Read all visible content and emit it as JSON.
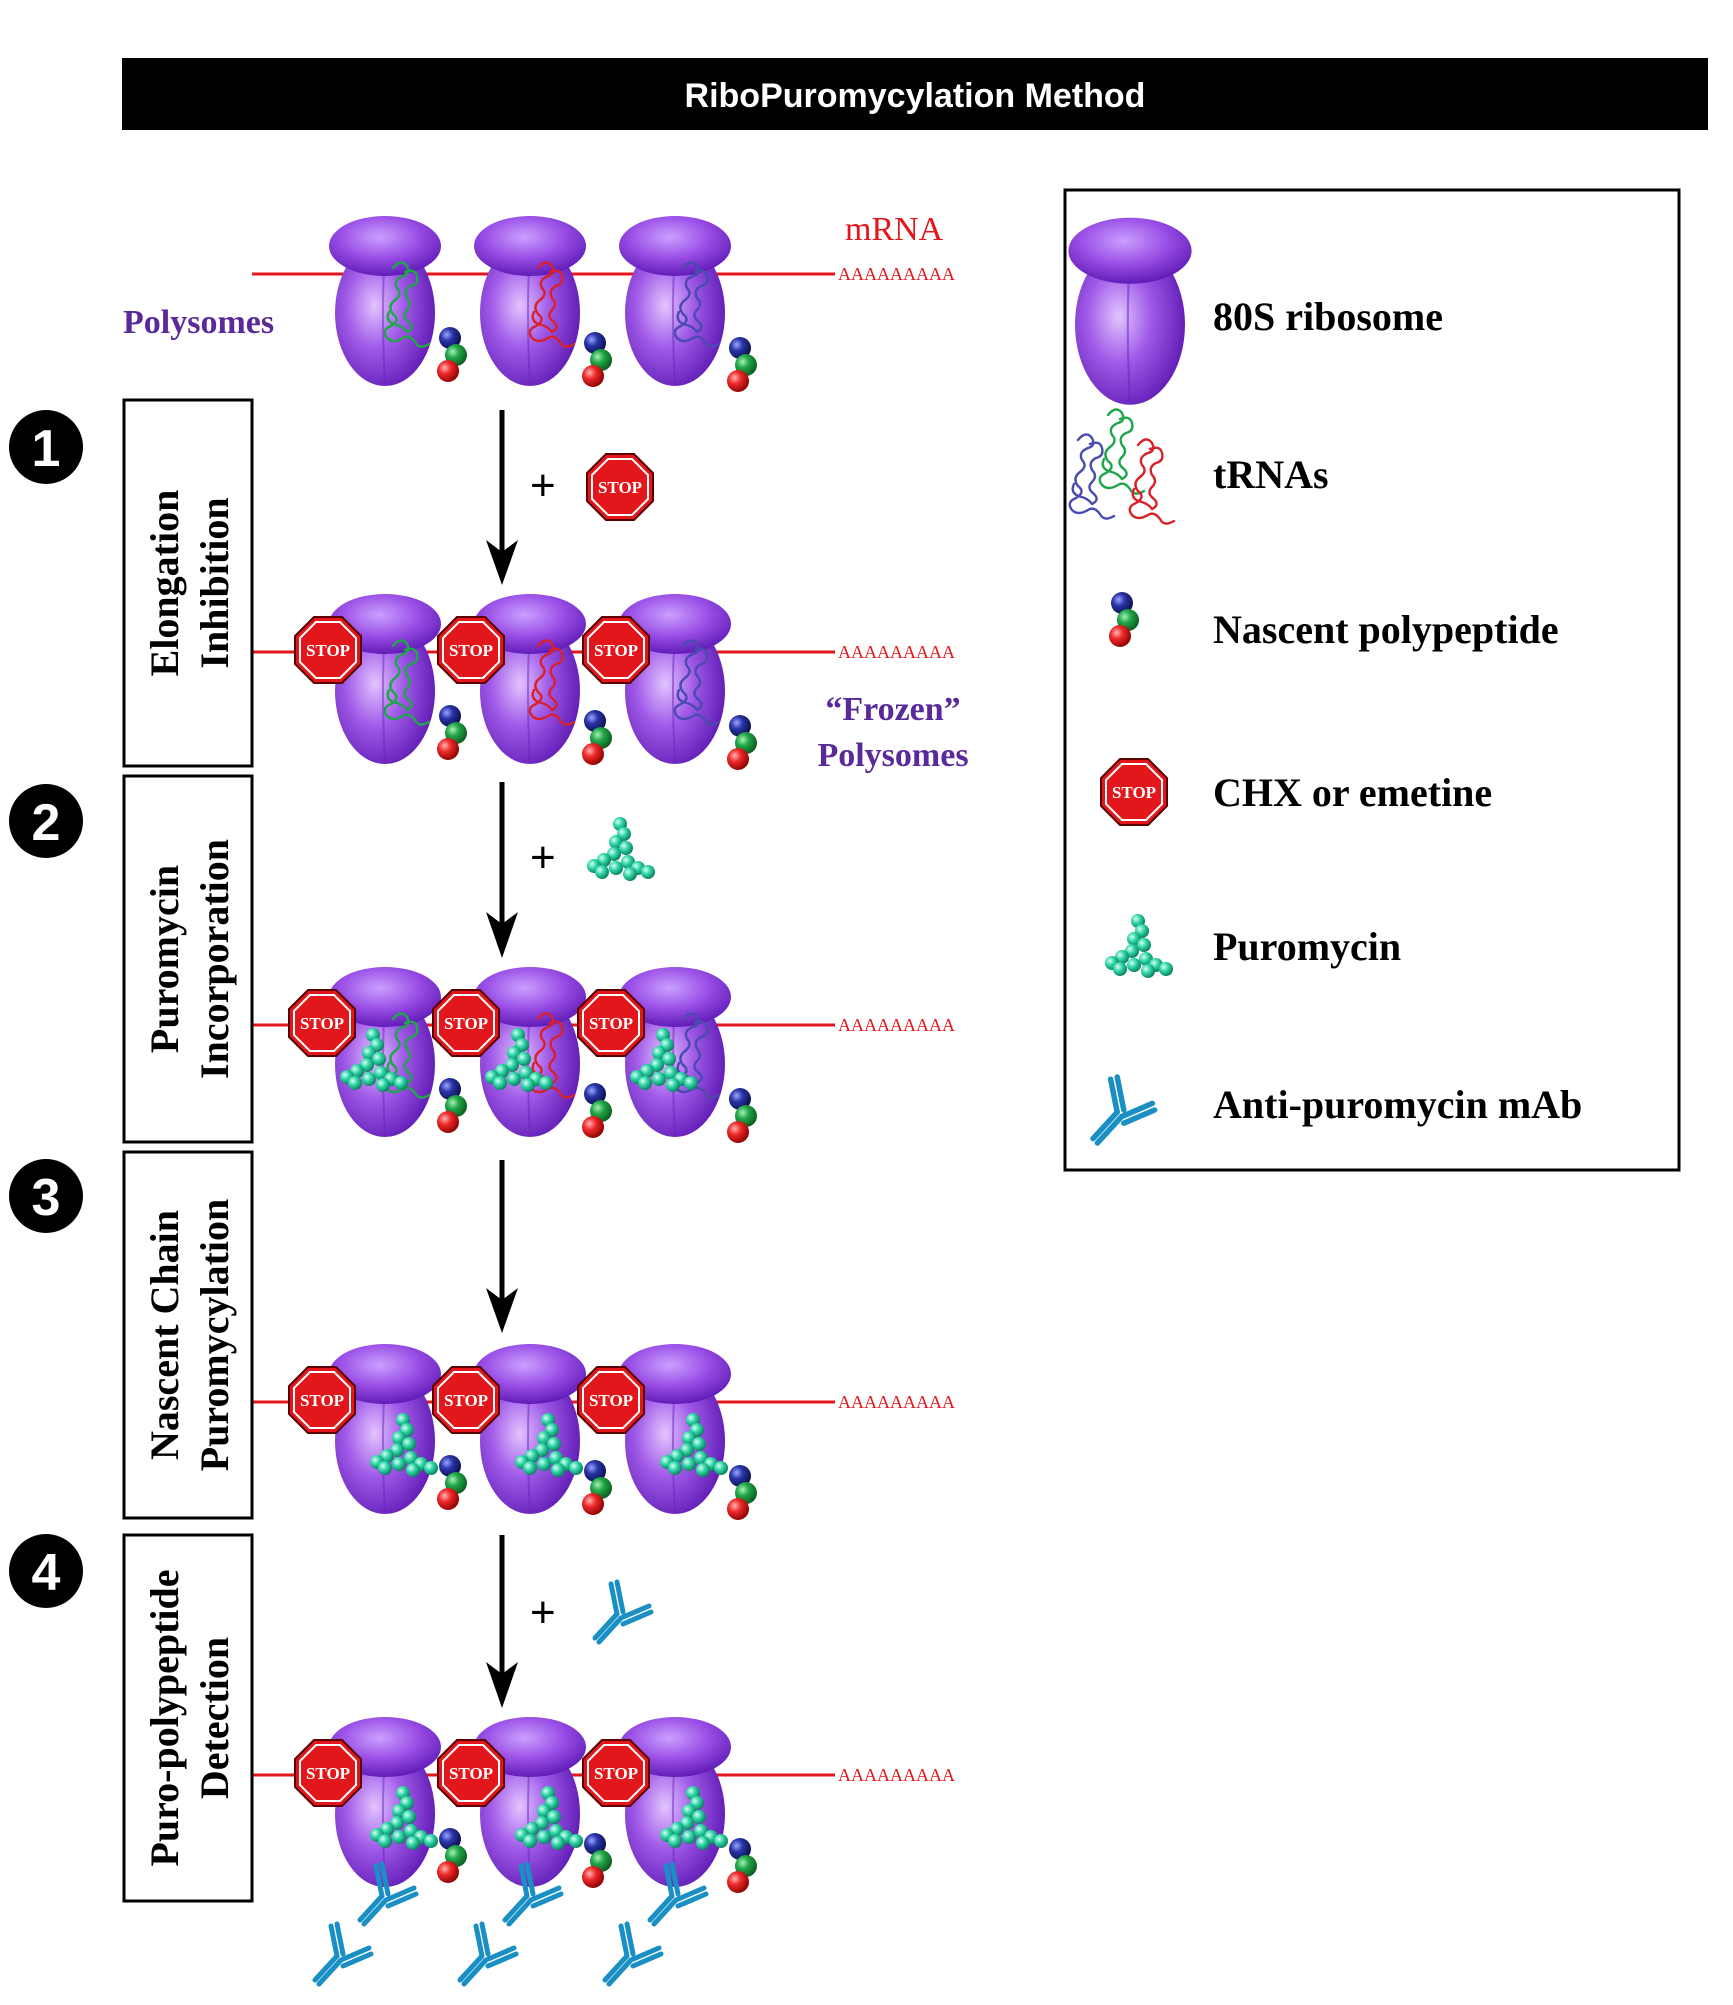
{
  "title": "RiboPuromycylation Method",
  "top": {
    "mrna_label": "mRNA",
    "polyA": "AAAAAAAAA",
    "polysomes_label": "Polysomes"
  },
  "stop_text": "STOP",
  "plus": "+",
  "frozen": {
    "line1": "“Frozen”",
    "line2": "Polysomes"
  },
  "steps": [
    {
      "number": "1",
      "label_line1": "Elongation",
      "label_line2": "Inhibition"
    },
    {
      "number": "2",
      "label_line1": "Puromycin",
      "label_line2": "Incorporation"
    },
    {
      "number": "3",
      "label_line1": "Nascent Chain",
      "label_line2": "Puromycylation"
    },
    {
      "number": "4",
      "label_line1": "Puro-polypeptide",
      "label_line2": "Detection"
    }
  ],
  "legend": {
    "items": [
      {
        "icon": "ribosome-icon",
        "label": "80S ribosome"
      },
      {
        "icon": "trnas-icon",
        "label": "tRNAs"
      },
      {
        "icon": "nascent-polypeptide-icon",
        "label": "Nascent polypeptide"
      },
      {
        "icon": "stop-sign-icon",
        "label": "CHX or emetine"
      },
      {
        "icon": "puromycin-icon",
        "label": "Puromycin"
      },
      {
        "icon": "antibody-icon",
        "label": "Anti-puromycin mAb"
      }
    ]
  },
  "colors": {
    "ribosome": "#8a3fd8",
    "mrna": "#e3161b",
    "stop": "#e3161b",
    "puromycin": "#2fd6a8",
    "antibody": "#1a8fc4",
    "trna_green": "#1fa64a",
    "trna_red": "#d9212a",
    "trna_blue": "#4a4bb0",
    "label_purple": "#5a2a9a"
  }
}
